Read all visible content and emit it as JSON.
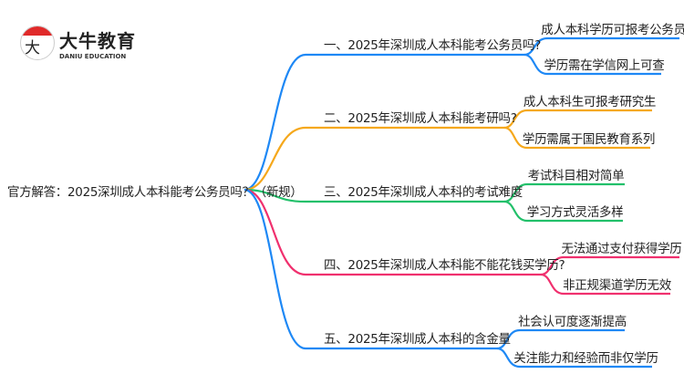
{
  "logo": {
    "mark": "大牛",
    "name": "大牛教育",
    "subtitle": "DANIU EDUCATION"
  },
  "root": "官方解答：2025深圳成人本科能考公务员吗？（新规）",
  "branches": [
    {
      "label": "一、2025年深圳成人本科能考公务员吗?",
      "color": "#1e88f5",
      "children": [
        "成人本科学历可报考公务员",
        "学历需在学信网上可查"
      ]
    },
    {
      "label": "二、2025年深圳成人本科能考研吗?",
      "color": "#f5a81c",
      "children": [
        "成人本科生可报考研究生",
        "学历需属于国民教育系列"
      ]
    },
    {
      "label": "三、2025年深圳成人本科的考试难度",
      "color": "#22c06a",
      "children": [
        "考试科目相对简单",
        "学习方式灵活多样"
      ]
    },
    {
      "label": "四、2025年深圳成人本科能不能花钱买学历?",
      "color": "#f0306e",
      "children": [
        "无法通过支付获得学历",
        "非正规渠道学历无效"
      ]
    },
    {
      "label": "五、2025年深圳成人本科的含金量",
      "color": "#1e88f5",
      "children": [
        "社会认可度逐渐提高",
        "关注能力和经验而非仅学历"
      ]
    }
  ]
}
